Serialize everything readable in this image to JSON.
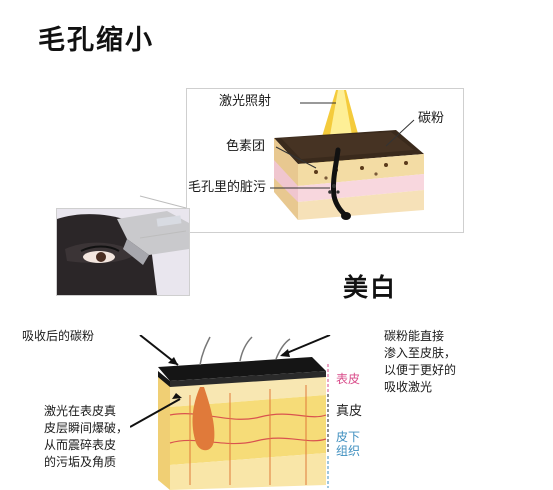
{
  "titles": {
    "pore": "毛孔缩小",
    "whitening": "美白"
  },
  "pore_diagram": {
    "laser": "激光照射",
    "carbon": "碳粉",
    "pigment": "色素团",
    "dirt": "毛孔里的脏污"
  },
  "whitening_diagram": {
    "absorbed_carbon": "吸收后的碳粉",
    "penetrate": [
      "碳粉能直接",
      "渗入至皮肤，",
      "以便于更好的",
      "吸收激光"
    ],
    "burst": [
      "激光在表皮真",
      "皮层瞬间爆破，",
      "从而震碎表皮",
      "的污垢及角质"
    ],
    "epidermis": "表皮",
    "dermis": "真皮",
    "subcutis": [
      "皮下",
      "组织"
    ]
  },
  "colors": {
    "epidermis_label": "#d94b8a",
    "dermis_label": "#222222",
    "subcutis_label": "#3f8fbf",
    "laser_beam": "#f2c21a",
    "skin_yellow": "#f6dc78",
    "carbon_black": "#151515"
  }
}
